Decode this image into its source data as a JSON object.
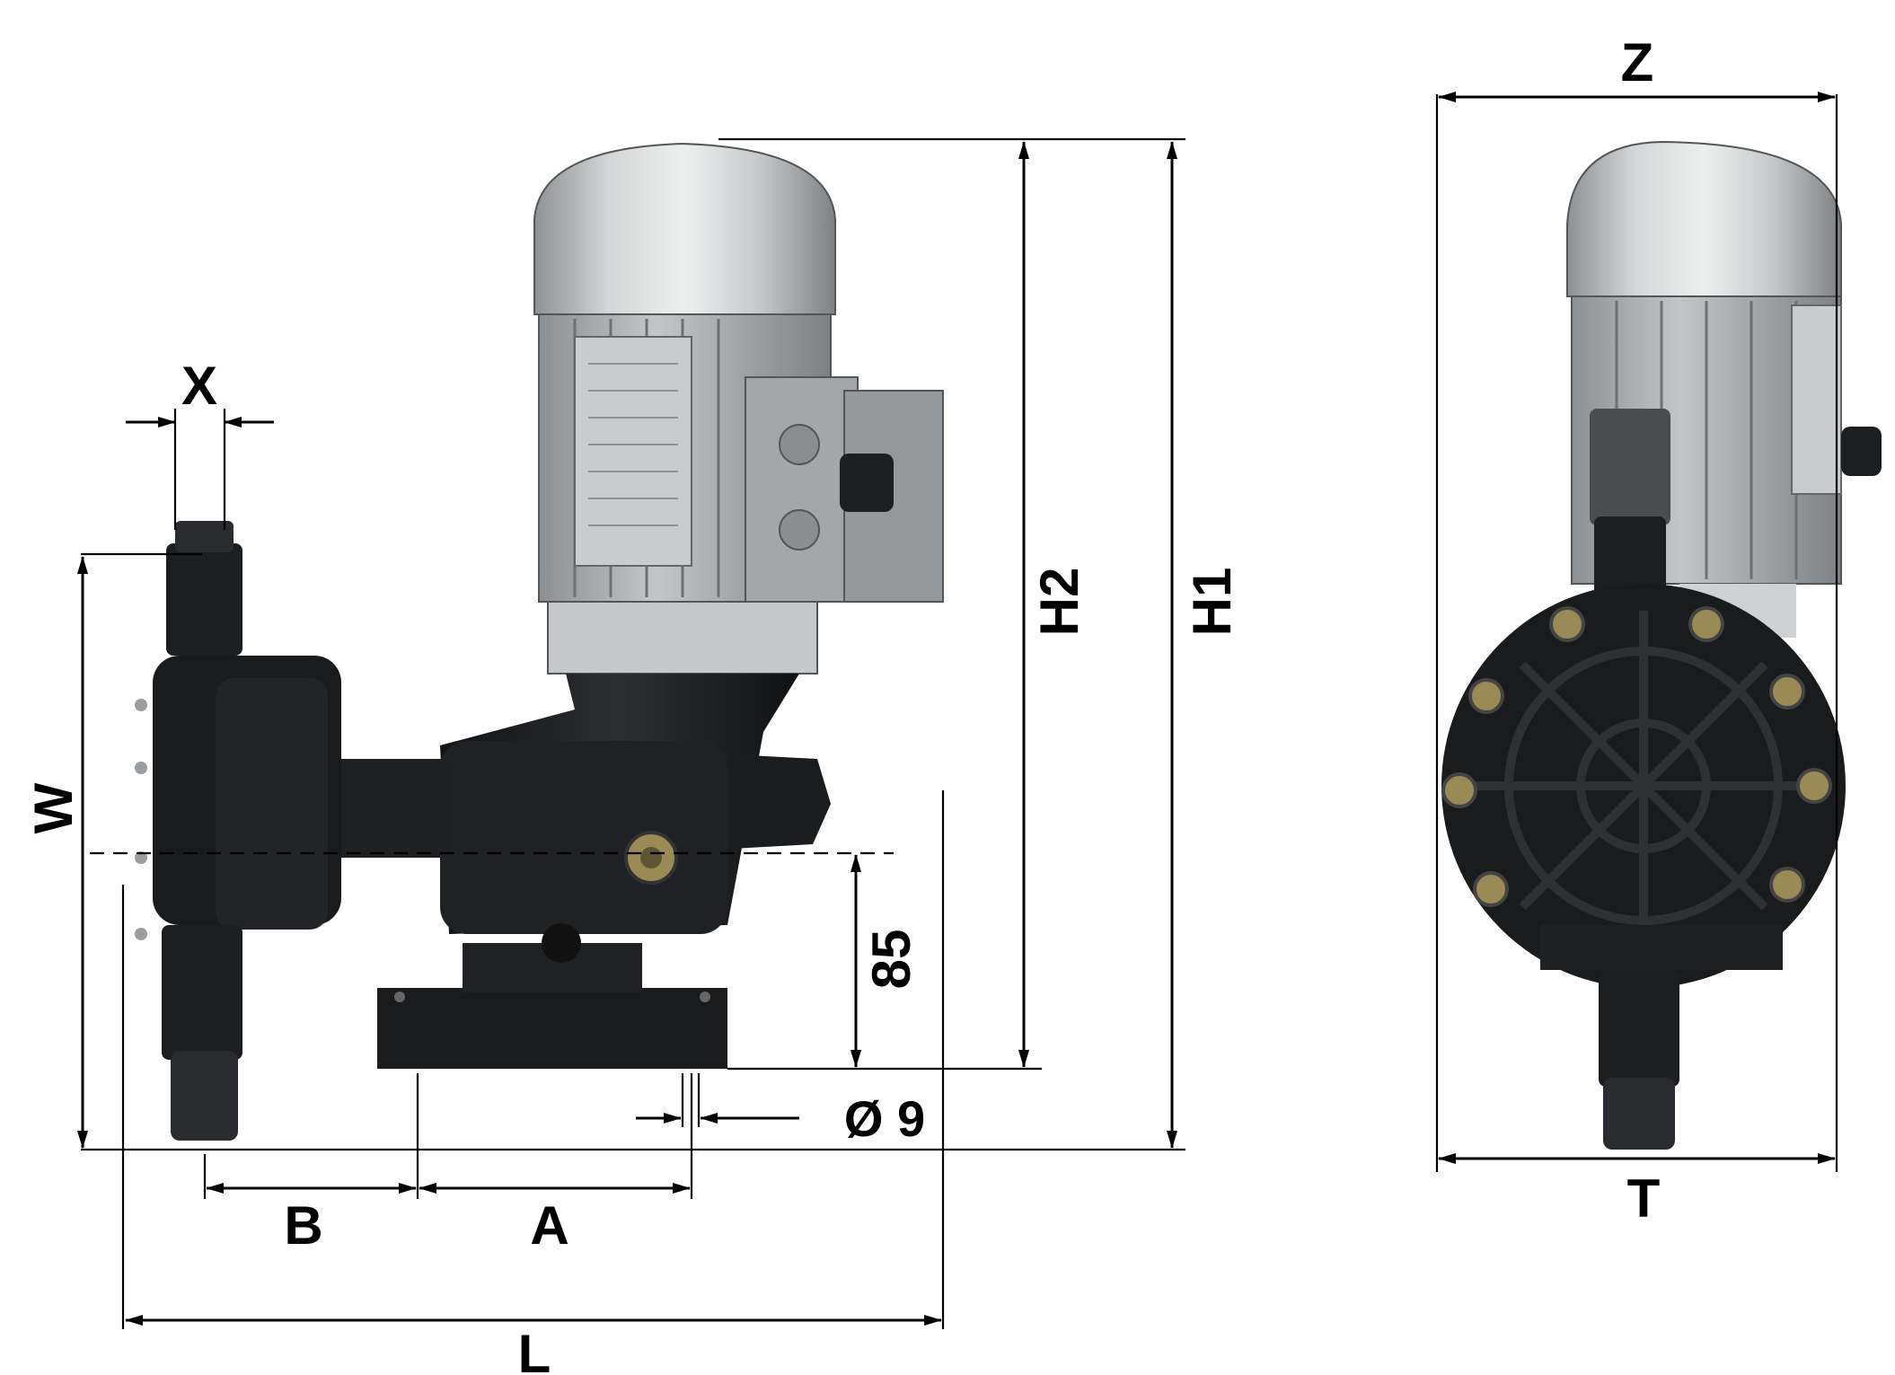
{
  "labels": {
    "x": "X",
    "w": "W",
    "b": "B",
    "a": "A",
    "l": "L",
    "h1": "H1",
    "h2": "H2",
    "dim85": "85",
    "dia9": "Ø 9",
    "z": "Z",
    "t": "T"
  },
  "colors": {
    "motor_cap": "#b9bcbe",
    "motor_body": "#a9adb0",
    "pump_black": "#1c1d1f",
    "fitting": "#9a8a55"
  }
}
